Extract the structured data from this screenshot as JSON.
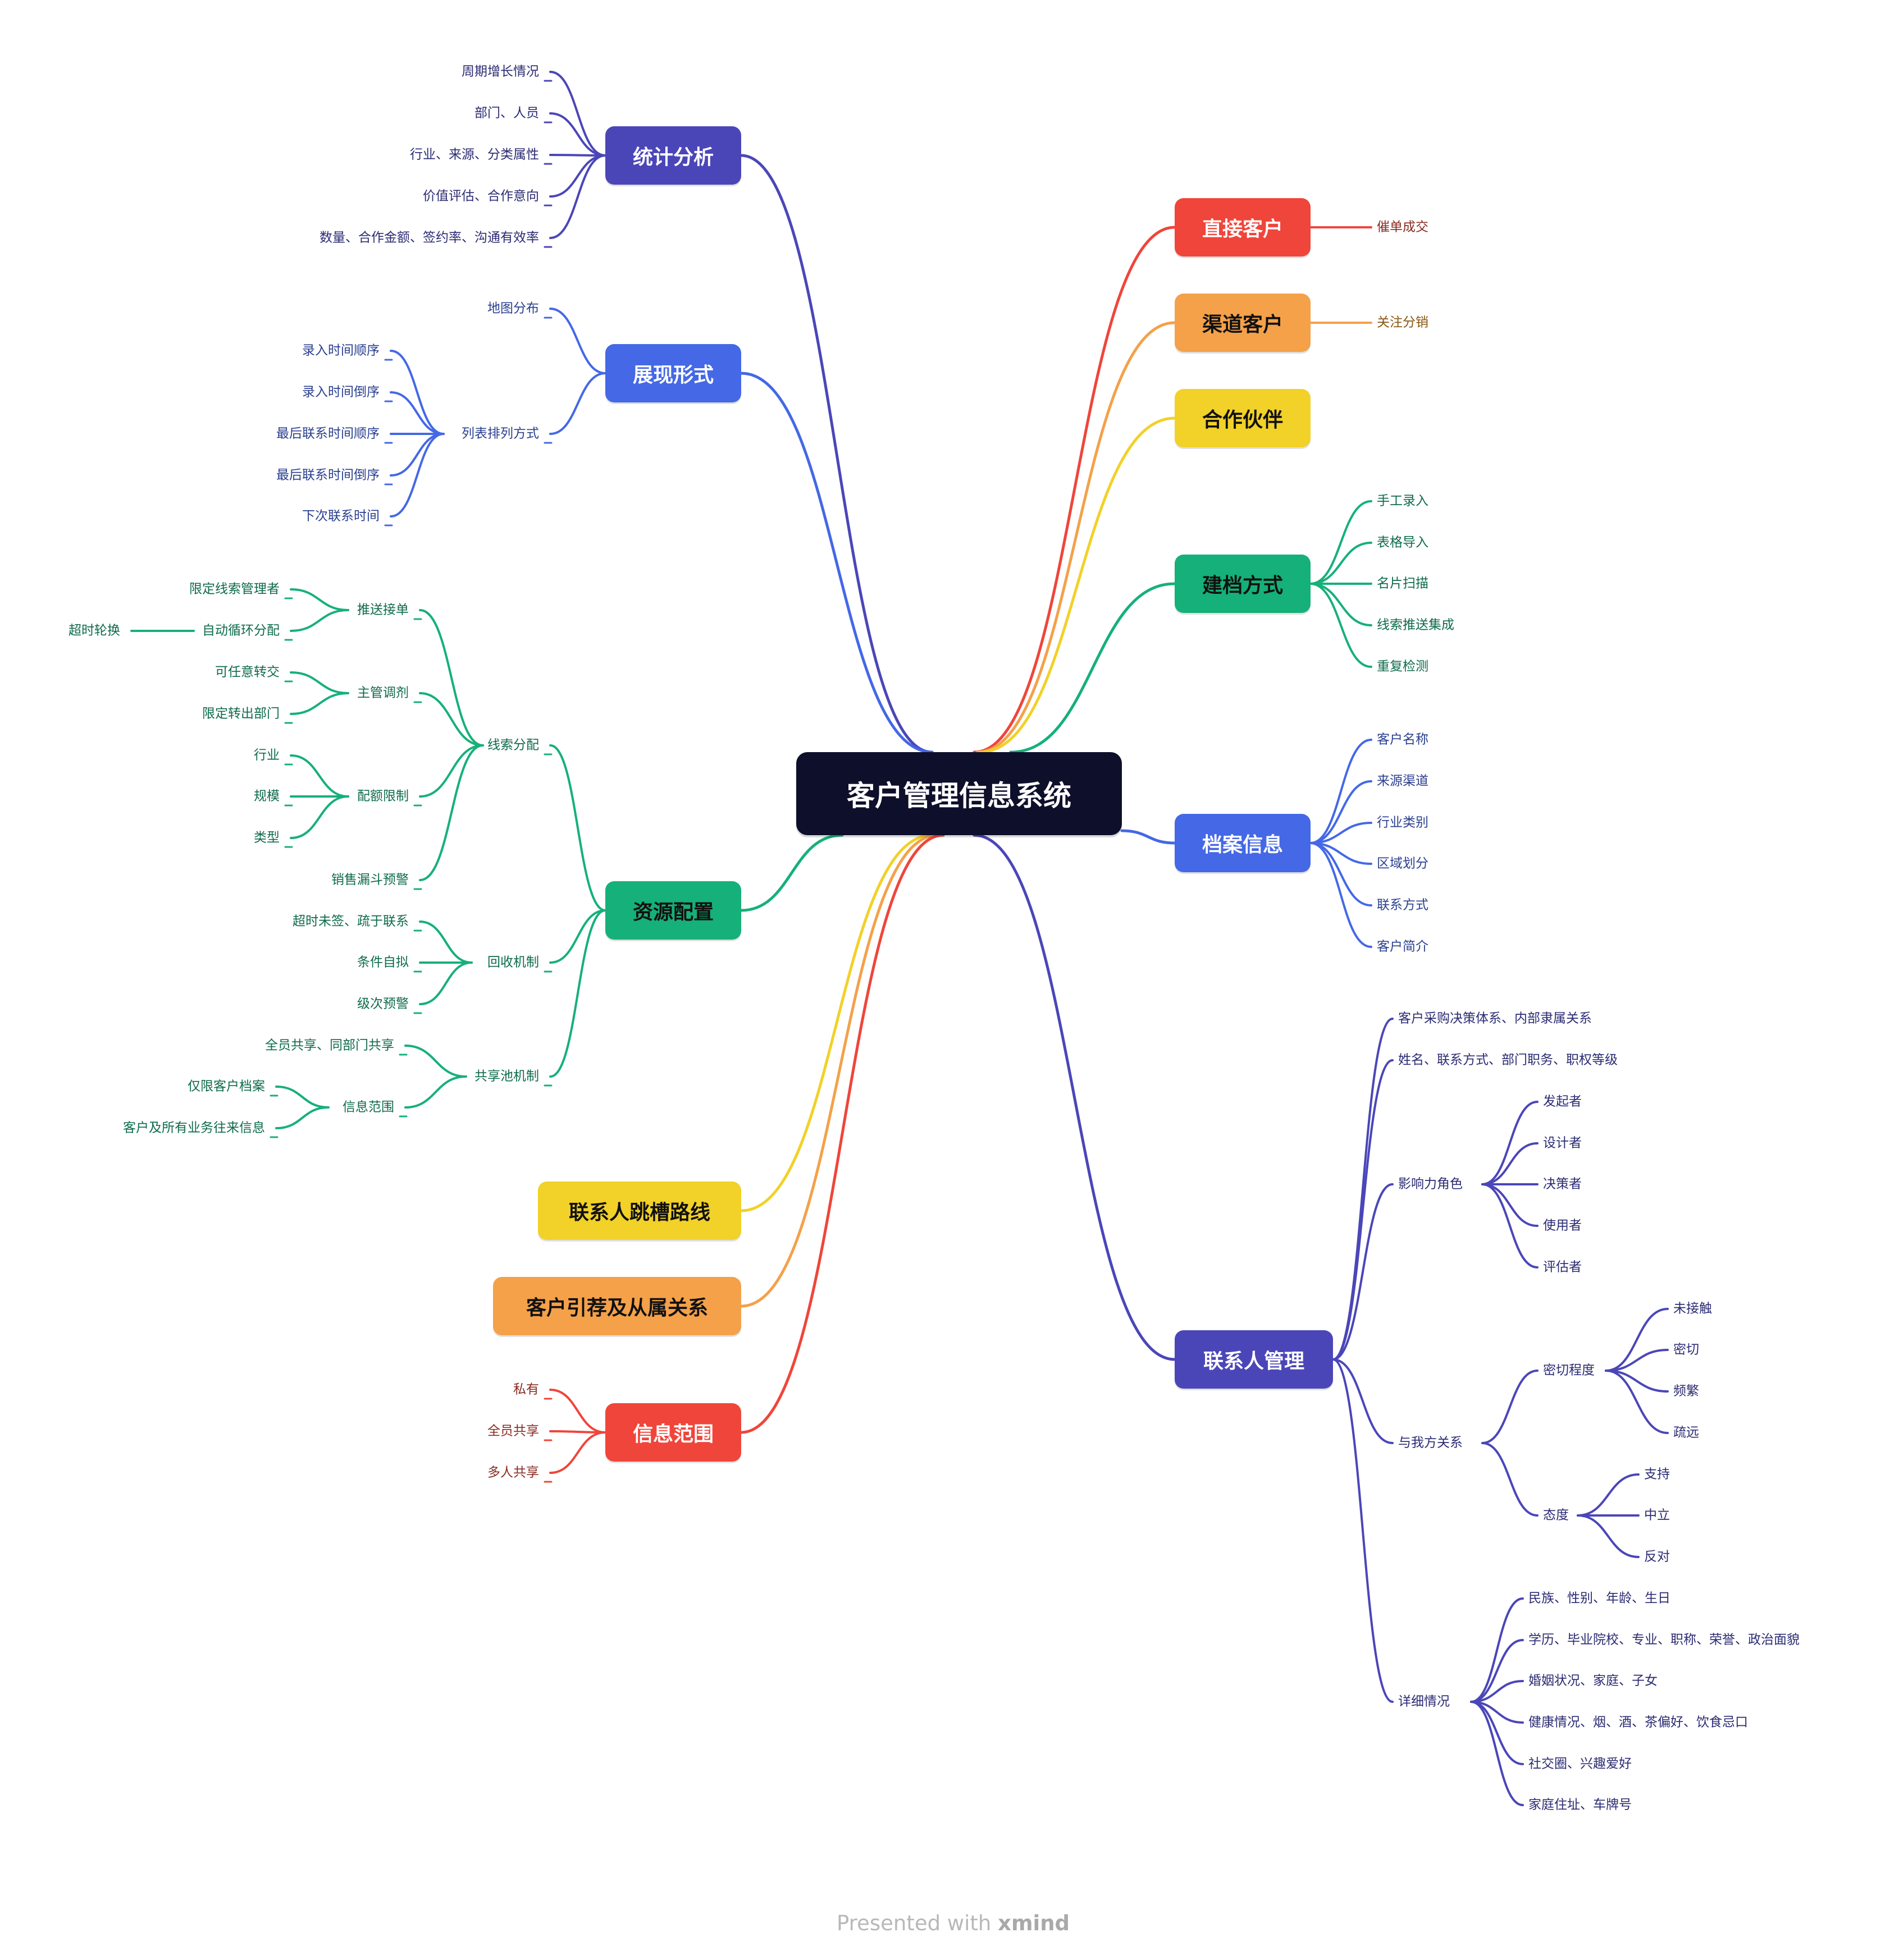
{
  "root": {
    "label": "客户管理信息系统",
    "color": "#0d0f2b"
  },
  "footer": {
    "prefix": "Presented with",
    "brand": "xmind"
  },
  "colors": {
    "indigo": "#4b46b8",
    "blue": "#4468e6",
    "green": "#16b07a",
    "yellow": "#f2d128",
    "orange": "#f4a14a",
    "red": "#f0453a",
    "indigo_text": "#2b2b73",
    "blue_text": "#2a3f8f",
    "green_text": "#0e6b4a",
    "red_text": "#8a2b22",
    "orange_text": "#8a5512"
  },
  "topics": {
    "stats": {
      "label": "统计分析",
      "children": [
        "周期增长情况",
        "部门、人员",
        "行业、来源、分类属性",
        "价值评估、合作意向",
        "数量、合作金额、签约率、沟通有效率"
      ]
    },
    "display": {
      "label": "展现形式",
      "map": "地图分布",
      "sort": "列表排列方式",
      "sort_children": [
        "录入时间顺序",
        "录入时间倒序",
        "最后联系时间顺序",
        "最后联系时间倒序",
        "下次联系时间"
      ]
    },
    "resource": {
      "label": "资源配置",
      "clue": "线索分配",
      "push": "推送接单",
      "push_children": [
        "限定线索管理者",
        "自动循环分配"
      ],
      "timeout": "超时轮换",
      "supervisor": "主管调剂",
      "supervisor_children": [
        "可任意转交",
        "限定转出部门"
      ],
      "quota": "配额限制",
      "quota_children": [
        "行业",
        "规模",
        "类型"
      ],
      "funnel": "销售漏斗预警",
      "recycle": "回收机制",
      "recycle_children": [
        "超时未签、疏于联系",
        "条件自拟",
        "级次预警"
      ],
      "pool": "共享池机制",
      "pool_all": "全员共享、同部门共享",
      "scope": "信息范围",
      "scope_children": [
        "仅限客户档案",
        "客户及所有业务往来信息"
      ]
    },
    "contact_route": {
      "label": "联系人跳槽路线"
    },
    "referral": {
      "label": "客户引荐及从属关系"
    },
    "info_scope": {
      "label": "信息范围",
      "children": [
        "私有",
        "全员共享",
        "多人共享"
      ]
    },
    "direct": {
      "label": "直接客户",
      "children": [
        "催单成交"
      ]
    },
    "channel": {
      "label": "渠道客户",
      "children": [
        "关注分销"
      ]
    },
    "partner": {
      "label": "合作伙伴"
    },
    "filing": {
      "label": "建档方式",
      "children": [
        "手工录入",
        "表格导入",
        "名片扫描",
        "线索推送集成",
        "重复检测"
      ]
    },
    "archive": {
      "label": "档案信息",
      "children": [
        "客户名称",
        "来源渠道",
        "行业类别",
        "区域划分",
        "联系方式",
        "客户简介"
      ]
    },
    "contact": {
      "label": "联系人管理",
      "system": "客户采购决策体系、内部隶属关系",
      "fields": "姓名、联系方式、部门职务、职权等级",
      "role": "影响力角色",
      "role_children": [
        "发起者",
        "设计者",
        "决策者",
        "使用者",
        "评估者"
      ],
      "relation": "与我方关系",
      "closeness": "密切程度",
      "closeness_children": [
        "未接触",
        "密切",
        "频繁",
        "疏远"
      ],
      "attitude": "态度",
      "attitude_children": [
        "支持",
        "中立",
        "反对"
      ],
      "detail": "详细情况",
      "detail_children": [
        "民族、性别、年龄、生日",
        "学历、毕业院校、专业、职称、荣誉、政治面貌",
        "婚姻状况、家庭、子女",
        "健康情况、烟、酒、茶偏好、饮食忌口",
        "社交圈、兴趣爱好",
        "家庭住址、车牌号"
      ]
    }
  }
}
